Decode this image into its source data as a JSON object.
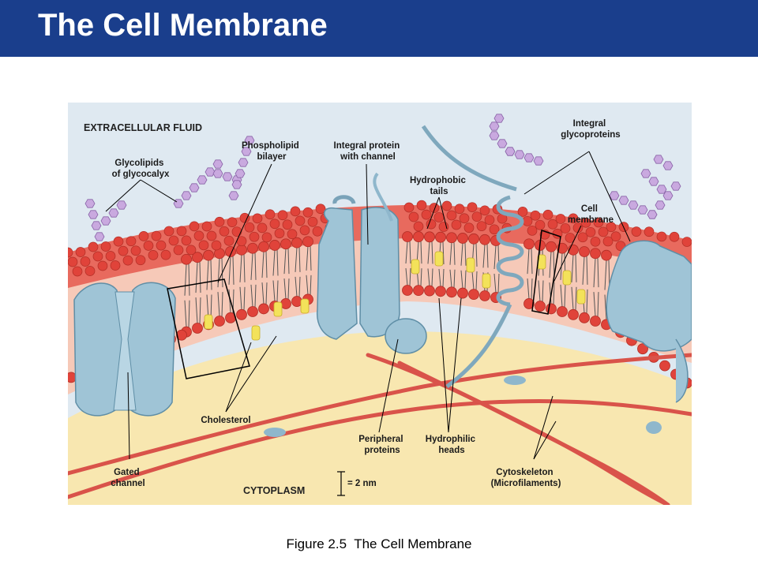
{
  "slide": {
    "title": "The Cell Membrane",
    "caption": "Figure 2.5  The Cell Membrane"
  },
  "colors": {
    "title_bar": "#1a3e8c",
    "phospholipid_head": "#e0433a",
    "protein": "#9fc4d6",
    "cholesterol": "#f3e25a",
    "cytoplasm": "#f8e7b0",
    "extracellular": "#dfe9f1",
    "glycocalyx": "#c9a9df"
  },
  "diagram": {
    "regions": {
      "extracellular": "EXTRACELLULAR FLUID",
      "cytoplasm": "CYTOPLASM"
    },
    "scale_label": "= 2 nm",
    "labels": {
      "glycolipids": [
        "Glycolipids",
        "of glycocalyx"
      ],
      "phospholipid": [
        "Phospholipid",
        "bilayer"
      ],
      "integral_channel": [
        "Integral protein",
        "with channel"
      ],
      "hydrophobic": [
        "Hydrophobic",
        "tails"
      ],
      "glycoproteins": [
        "Integral",
        "glycoproteins"
      ],
      "cell_membrane": [
        "Cell",
        "membrane"
      ],
      "cholesterol": [
        "Cholesterol"
      ],
      "peripheral": [
        "Peripheral",
        "proteins"
      ],
      "hydrophilic": [
        "Hydrophilic",
        "heads"
      ],
      "gated": [
        "Gated",
        "channel"
      ],
      "cytoskeleton": [
        "Cytoskeleton",
        "(Microfilaments)"
      ]
    }
  }
}
